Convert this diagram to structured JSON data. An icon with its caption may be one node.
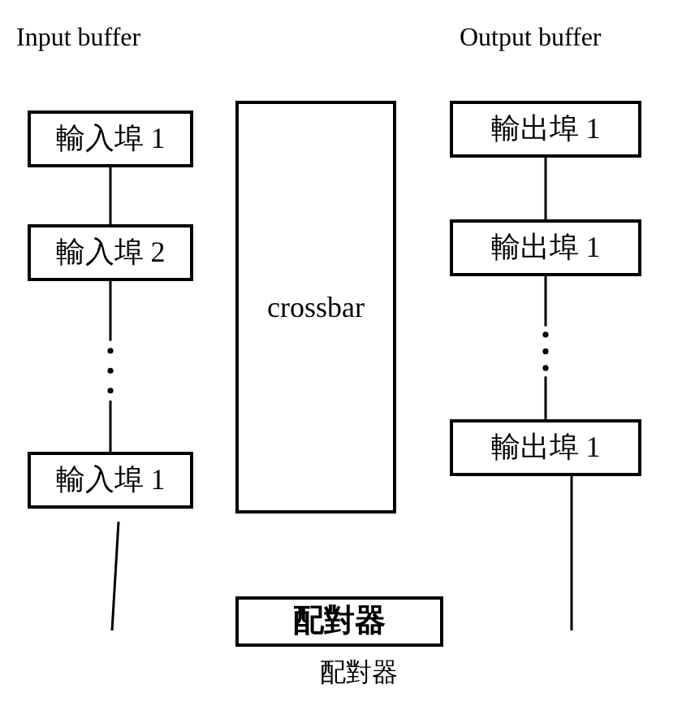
{
  "diagram": {
    "nodes": [
      {
        "text": [
          "輸入埠 1"
        ]
      },
      {
        "text": [
          "輸入埠 2"
        ]
      },
      {
        "text": [
          "輸入埠 1"
        ]
      },
      {
        "text": [
          "crossbar"
        ]
      },
      {
        "text": [
          "輸出埠 1"
        ]
      },
      {
        "text": [
          "輸出埠 1"
        ]
      },
      {
        "text": [
          "輸出埠 1"
        ]
      },
      {
        "text": [
          "配對器"
        ],
        "beside": [
          "配對器"
        ]
      }
    ],
    "edges": [
      {
        "from": 0,
        "to": 1,
        "arrow": "none"
      },
      {
        "from": 1,
        "to": 2,
        "arrow": "none",
        "style": "dashed"
      },
      {
        "from": 2,
        "to": null,
        "arrow": "none"
      },
      {
        "from": 4,
        "to": 5,
        "arrow": "none"
      },
      {
        "from": 5,
        "to": 6,
        "arrow": "none",
        "style": "dashed"
      },
      {
        "from": 6,
        "to": null,
        "arrow": "none"
      }
    ],
    "labels": [
      "Input buffer",
      "Output buffer"
    ]
  }
}
